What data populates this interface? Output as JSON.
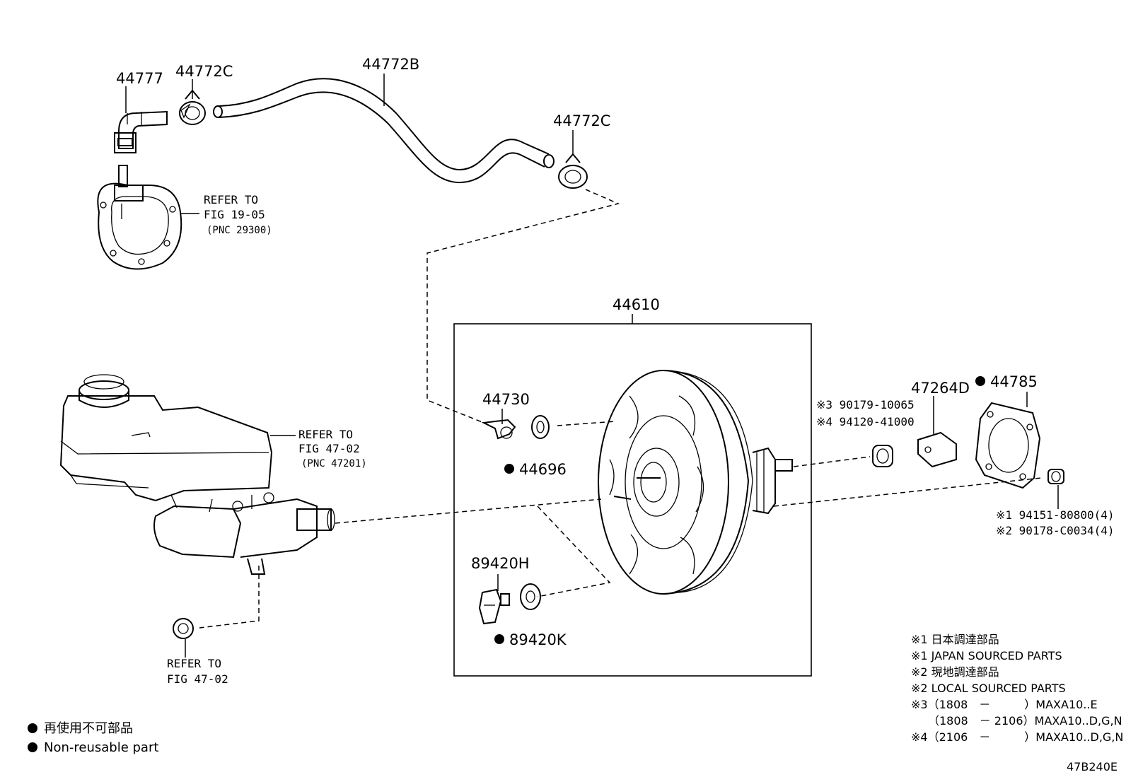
{
  "labels": {
    "p44777": "44777",
    "p44772c_top": "44772C",
    "p44772b": "44772B",
    "p44772c_mid": "44772C",
    "p44610": "44610",
    "p44730": "44730",
    "p44696": "44696",
    "p89420h": "89420H",
    "p89420k": "89420K",
    "p47264d": "47264D",
    "p44785": "44785",
    "p90179": "※3 90179-10065",
    "p94120": "※4 94120-41000",
    "p94151": "※1 94151-80800(4)",
    "p90178": "※2 90178-C0034(4)"
  },
  "refs": {
    "vacuum_pump": [
      "REFER TO",
      "FIG 19-05",
      "(PNC 29300)"
    ],
    "master_cyl": [
      "REFER TO",
      "FIG 47-02",
      "(PNC 47201)"
    ],
    "bottom": [
      "REFER TO",
      "FIG 47-02"
    ]
  },
  "notes": [
    "※1 日本調達部品",
    "※1 JAPAN SOURCED PARTS",
    "※2 現地調達部品",
    "※2 LOCAL SOURCED PARTS",
    "※3（1808　－　　　）MAXA10..E",
    "　　（1808　－ 2106）MAXA10..D,G,N",
    "※4（2106　－　　　）MAXA10..D,G,N"
  ],
  "legend": {
    "jp": "再使用不可部品",
    "en": "Non-reusable part"
  },
  "figure_id": "47B240E"
}
